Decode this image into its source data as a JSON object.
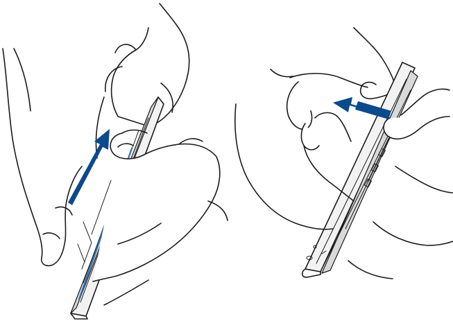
{
  "colors": {
    "arrow": "#0b4a8c",
    "case_edge": "#2c6fb7",
    "outline": "#1a1a1a",
    "background": "#ffffff"
  },
  "figures": [
    {
      "id": "left",
      "arrow_direction": "up-right",
      "icons": [
        "hand-icon",
        "tablet-case-icon",
        "arrow-icon"
      ]
    },
    {
      "id": "right",
      "arrow_direction": "up-left",
      "icons": [
        "hand-icon",
        "tablet-keyboard-dock-icon",
        "arrow-icon"
      ]
    }
  ]
}
